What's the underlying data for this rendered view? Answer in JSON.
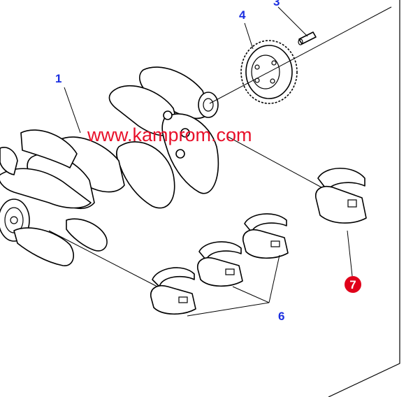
{
  "callouts": {
    "c1": "1",
    "c3": "3",
    "c4": "4",
    "c6": "6",
    "c7": "7"
  },
  "watermark": "www.kamprom.com",
  "colors": {
    "callout_blue": "#1a2ee0",
    "highlight_red": "#e0001a",
    "watermark_red": "#e8102a",
    "line": "#000000",
    "background": "#ffffff"
  }
}
